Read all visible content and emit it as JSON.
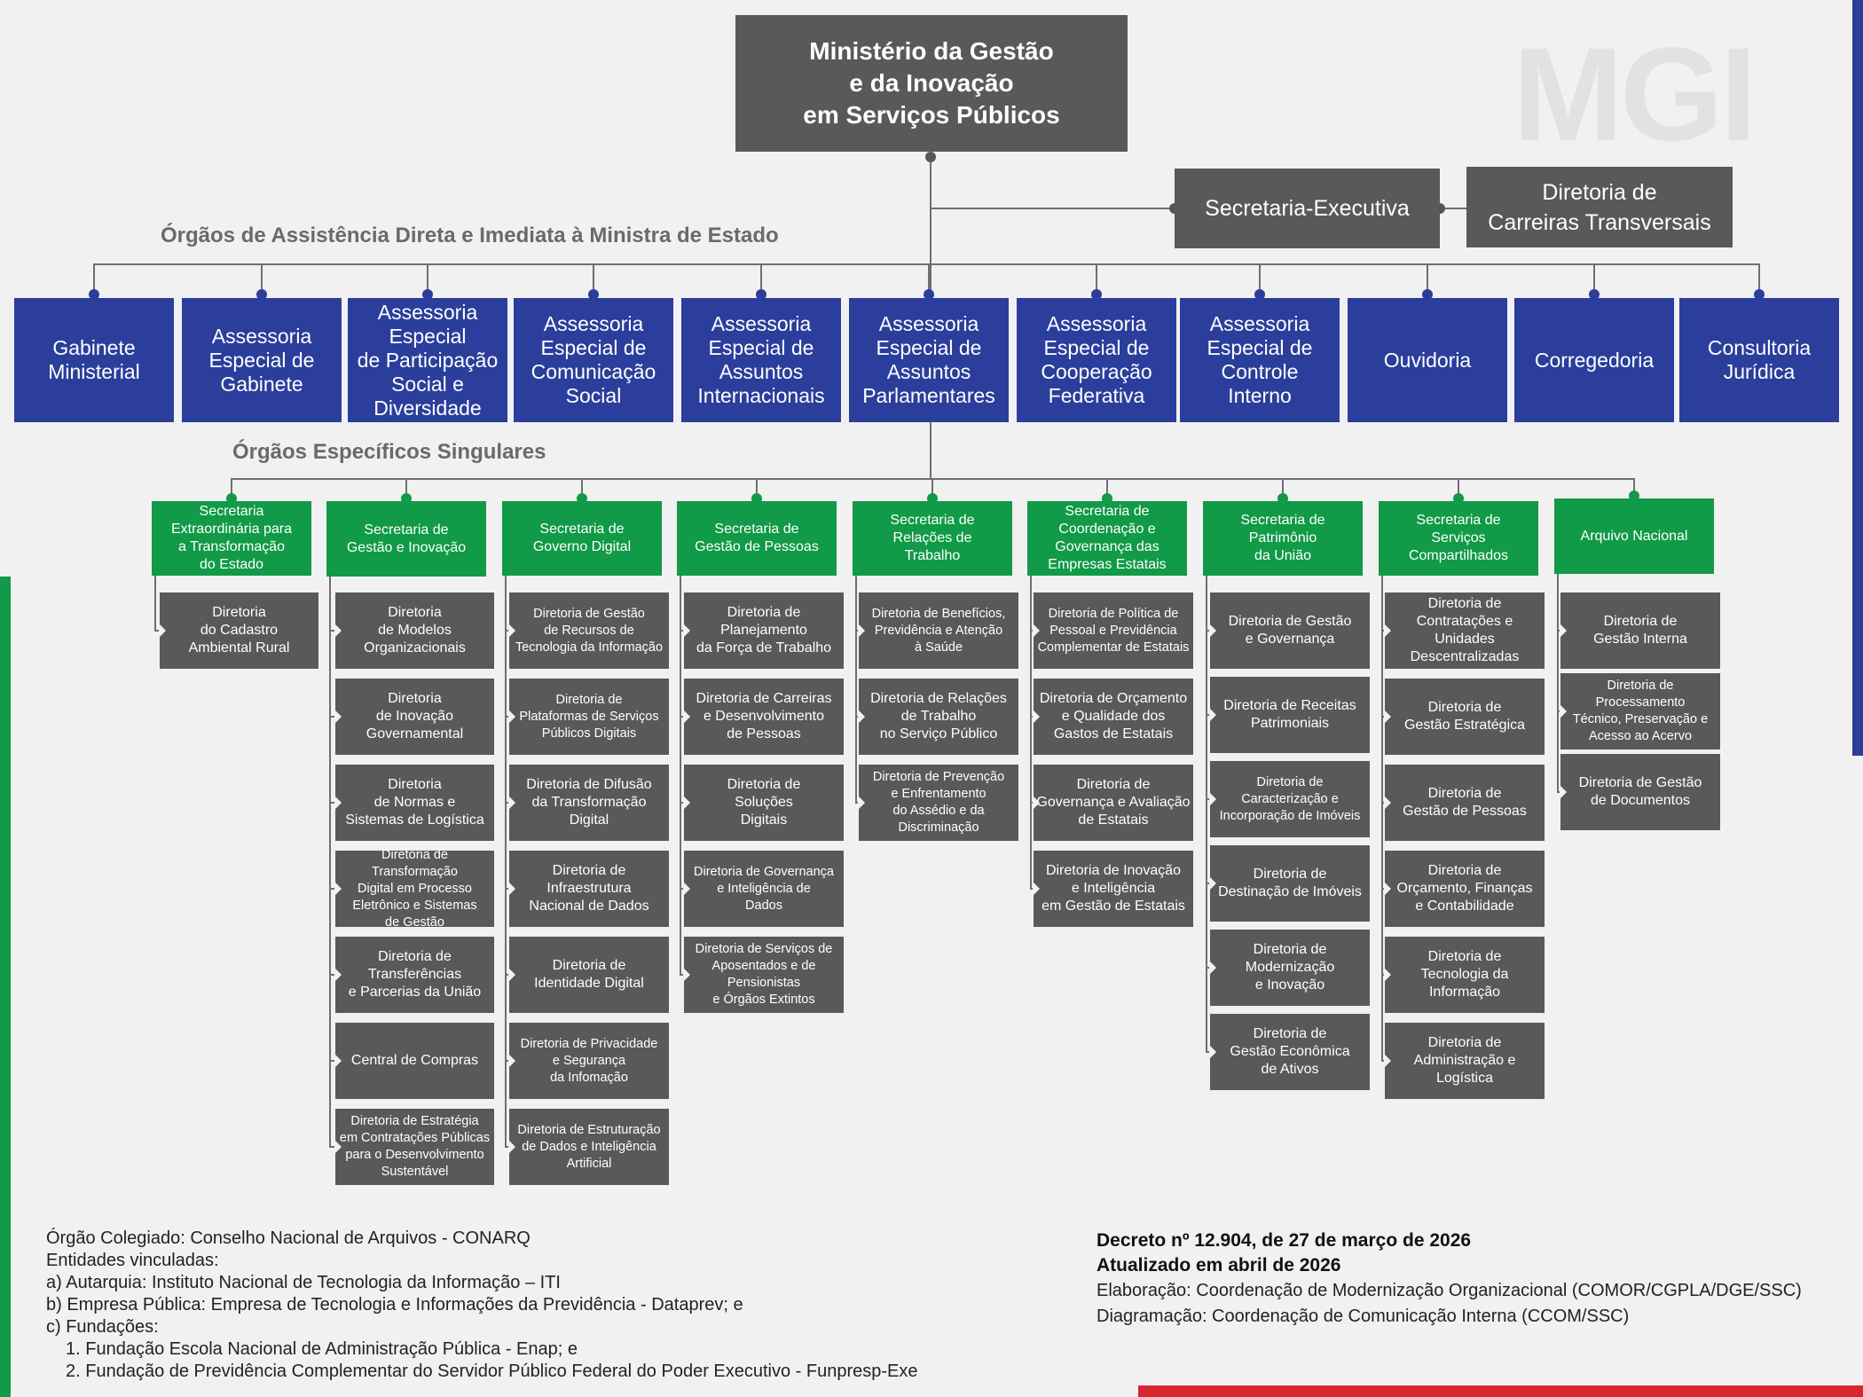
{
  "logo": {
    "text": "MGI"
  },
  "ministry": {
    "title": "Ministério da Gestão\ne da Inovação\nem Serviços Públicos"
  },
  "executive": [
    {
      "label": "Secretaria-Executiva"
    },
    {
      "label": "Diretoria de\nCarreiras Transversais"
    }
  ],
  "sections": {
    "direct_assistance": "Órgãos de Assistência Direta e Imediata à Ministra de Estado",
    "specific_singular": "Órgãos Específicos Singulares"
  },
  "assistance_units": [
    {
      "label": "Gabinete\nMinisterial"
    },
    {
      "label": "Assessoria\nEspecial de\nGabinete"
    },
    {
      "label": "Assessoria Especial\nde Participação\nSocial e\nDiversidade"
    },
    {
      "label": "Assessoria\nEspecial de\nComunicação\nSocial"
    },
    {
      "label": "Assessoria\nEspecial de\nAssuntos\nInternacionais"
    },
    {
      "label": "Assessoria\nEspecial de\nAssuntos\nParlamentares"
    },
    {
      "label": "Assessoria\nEspecial de\nCooperação\nFederativa"
    },
    {
      "label": "Assessoria\nEspecial de\nControle\nInterno"
    },
    {
      "label": "Ouvidoria"
    },
    {
      "label": "Corregedoria"
    },
    {
      "label": "Consultoria\nJurídica"
    }
  ],
  "secretariats": [
    {
      "label": "Secretaria\nExtraordinária para\na Transformação\ndo Estado",
      "directorates": [
        "Diretoria\ndo Cadastro\nAmbiental Rural"
      ]
    },
    {
      "label": "Secretaria de\nGestão e Inovação",
      "directorates": [
        "Diretoria\nde Modelos\nOrganizacionais",
        "Diretoria\nde Inovação\nGovernamental",
        "Diretoria\nde Normas e\nSistemas de Logística",
        "Diretoria de Transformação\nDigital em Processo\nEletrônico e Sistemas\nde Gestão",
        "Diretoria de\nTransferências\ne Parcerias da União",
        "Central de Compras",
        "Diretoria de Estratégia\nem Contratações Públicas\npara o Desenvolvimento\nSustentável"
      ]
    },
    {
      "label": "Secretaria de\nGoverno Digital",
      "directorates": [
        "Diretoria de Gestão\nde Recursos de\nTecnologia da Informação",
        "Diretoria de\nPlataformas de Serviços\nPúblicos Digitais",
        "Diretoria de Difusão\nda Transformação\nDigital",
        "Diretoria de\nInfraestrutura\nNacional de Dados",
        "Diretoria de\nIdentidade Digital",
        "Diretoria de Privacidade\ne Segurança\nda Infomação",
        "Diretoria de Estruturação\nde Dados e Inteligência\nArtificial"
      ]
    },
    {
      "label": "Secretaria de\nGestão de Pessoas",
      "directorates": [
        "Diretoria de\nPlanejamento\nda Força de Trabalho",
        "Diretoria de Carreiras\ne Desenvolvimento\nde Pessoas",
        "Diretoria de\nSoluções\nDigitais",
        "Diretoria de Governança\ne Inteligência de\nDados",
        "Diretoria de Serviços de\nAposentados e de\nPensionistas\ne Órgãos Extintos"
      ]
    },
    {
      "label": "Secretaria de\nRelações de\nTrabalho",
      "directorates": [
        "Diretoria de Benefícios,\nPrevidência e Atenção\nà Saúde",
        "Diretoria de Relações\nde Trabalho\nno Serviço Público",
        "Diretoria de Prevenção\ne Enfrentamento\ndo Assédio e da\nDiscriminação"
      ]
    },
    {
      "label": "Secretaria de\nCoordenação e\nGovernança das\nEmpresas Estatais",
      "directorates": [
        "Diretoria de Política de\nPessoal e Previdência\nComplementar de Estatais",
        "Diretoria de Orçamento\ne Qualidade dos\nGastos de Estatais",
        "Diretoria de\nGovernança e Avaliação\nde Estatais",
        "Diretoria de Inovação\ne Inteligência\nem Gestão de Estatais"
      ]
    },
    {
      "label": "Secretaria de\nPatrimônio\nda União",
      "directorates": [
        "Diretoria de Gestão\ne Governança",
        "Diretoria de Receitas\nPatrimoniais",
        "Diretoria de\nCaracterização e\nIncorporação de Imóveis",
        "Diretoria de\nDestinação de Imóveis",
        "Diretoria de\nModernização\ne Inovação",
        "Diretoria de\nGestão Econômica\nde Ativos"
      ]
    },
    {
      "label": "Secretaria de\nServiços\nCompartilhados",
      "directorates": [
        "Diretoria de\nContratações e\nUnidades\nDescentralizadas",
        "Diretoria de\nGestão Estratégica",
        "Diretoria de\nGestão de Pessoas",
        "Diretoria de\nOrçamento, Finanças\ne Contabilidade",
        "Diretoria de\nTecnologia da\nInformação",
        "Diretoria de\nAdministração e\nLogística"
      ]
    },
    {
      "label": "Arquivo Nacional",
      "directorates": [
        "Diretoria de\nGestão Interna",
        "Diretoria de Processamento\nTécnico, Preservação e\nAcesso ao Acervo",
        "Diretoria de Gestão\nde Documentos"
      ]
    }
  ],
  "footer_left": [
    "Órgão Colegiado: Conselho Nacional de Arquivos - CONARQ",
    "Entidades vinculadas:",
    "a) Autarquia: Instituto Nacional de Tecnologia da Informação – ITI",
    "b) Empresa Pública: Empresa de Tecnologia e Informações da Previdência - Dataprev; e",
    "c) Fundações:",
    "1. Fundação Escola Nacional de Administração Pública - Enap; e",
    "2. Fundação de Previdência Complementar do Servidor Público Federal do Poder Executivo - Funpresp-Exe"
  ],
  "footer_right": {
    "decree": "Decreto nº 12.904, de 27 de março de 2026",
    "updated": "Atualizado em abril de 2026",
    "prepared": "Elaboração: Coordenação de Modernização Organizacional (COMOR/CGPLA/DGE/SSC)",
    "design": "Diagramação: Coordenação de Comunicação Interna (CCOM/SSC)"
  },
  "colors": {
    "blue": "#2b3e9c",
    "green": "#119a47",
    "gray": "#595959",
    "red": "#d7262e",
    "background": "#f1f1f1"
  }
}
